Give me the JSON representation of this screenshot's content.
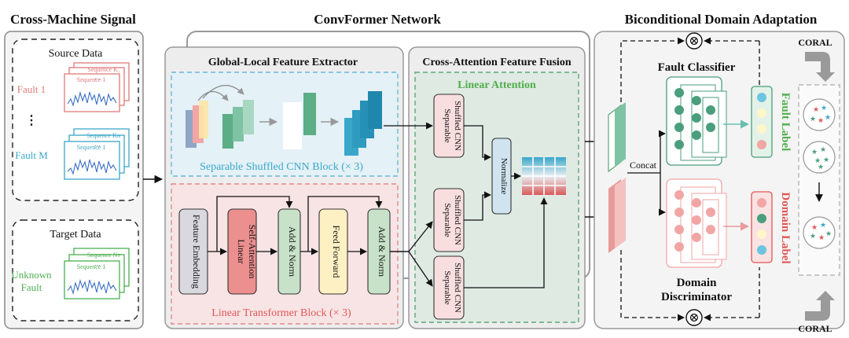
{
  "sections": {
    "signal_title": "Cross-Machine Signal",
    "network_title": "ConvFormer Network",
    "adaptation_title": "Biconditional Domain Adaptation"
  },
  "source": {
    "title": "Source Data",
    "fault_1": "Fault 1",
    "ellipsis": "⋮",
    "fault_m": "Fault M",
    "seq_1": "Sequence 1",
    "seq_k1": "Sequence K₁",
    "seq_km": "Sequence Kₘ",
    "dots": "…"
  },
  "target": {
    "title": "Target Data",
    "unknown_line1": "Unknown",
    "unknown_line2": "Fault",
    "seq_1": "Sequence 1",
    "seq_nt": "Sequence Nᴛ",
    "dots": "…"
  },
  "extractor": {
    "title": "Global-Local Feature Extractor",
    "cnn_block": "Separable Shuffled CNN Block (× 3)",
    "transformer_block": "Linear Transformer Block (× 3)",
    "feature_embedding": "Feature Embedding",
    "linear_self_attention_1": "Linear",
    "linear_self_attention_2": "Self-Attention",
    "add_norm": "Add & Norm",
    "feed_forward": "Feed Forward"
  },
  "fusion": {
    "title": "Cross-Attention Feature Fusion",
    "linear_attention": "Linear Attention",
    "sscnn_line1": "Separable",
    "sscnn_line2": "Shuffled CNN",
    "normalize": "Normalize"
  },
  "adaptation": {
    "fault_classifier": "Fault Classifier",
    "fault_label": "Fault Label",
    "domain_label": "Domain Label",
    "discriminator_line1": "Domain",
    "discriminator_line2": "Discriminator",
    "concat": "Concat",
    "coral": "CORAL",
    "otimes": "⊗"
  },
  "colors": {
    "source_red": "#e07a7a",
    "source_blue": "#3aa7c9",
    "target_green": "#4caf50",
    "cnn_block_bg": "#e4f1f7",
    "transformer_block_bg": "#f8e4e4",
    "fusion_bg": "#dfeae3",
    "linear_attention_green": "#4fae4a",
    "classifier_green": "#4a9e7d",
    "discriminator_pink": "#f2a5a5",
    "domain_label_red": "#e05656"
  }
}
